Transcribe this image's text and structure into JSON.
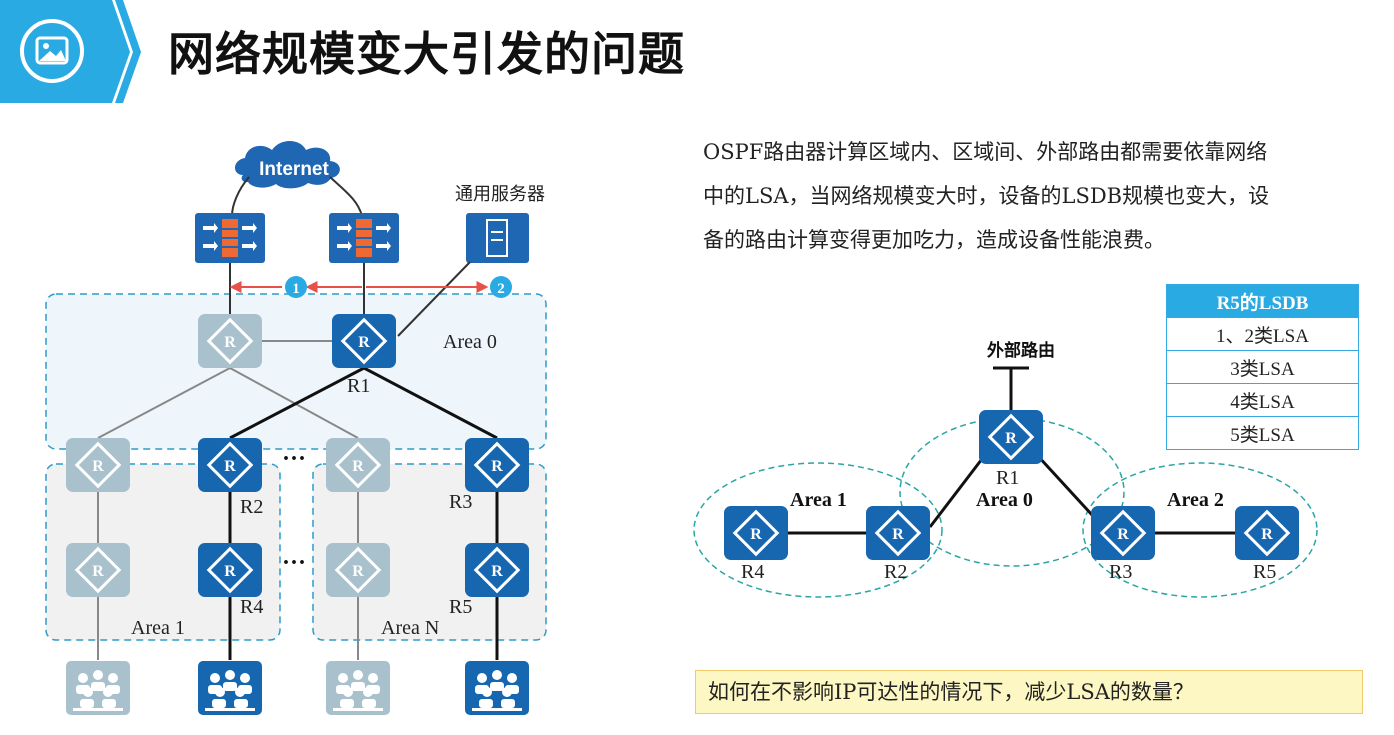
{
  "header": {
    "title": "网络规模变大引发的问题"
  },
  "left": {
    "internet": "Internet",
    "server": "通用服务器",
    "marker1": "1",
    "marker2": "2",
    "area0": "Area 0",
    "area1": "Area 1",
    "areaN": "Area N",
    "dots": "···",
    "routers": {
      "r1": "R1",
      "r2": "R2",
      "r3": "R3",
      "r4": "R4",
      "r5": "R5"
    },
    "router_glyph": "R"
  },
  "paragraph": [
    "OSPF路由器计算区域内、区域间、外部路由都需要依靠网络",
    "中的LSA，当网络规模变大时，设备的LSDB规模也变大，设",
    "备的路由计算变得更加吃力，造成设备性能浪费。"
  ],
  "lsdb": {
    "title": "R5的LSDB",
    "rows": [
      "1、2类LSA",
      "3类LSA",
      "4类LSA",
      "5类LSA"
    ]
  },
  "right": {
    "external": "外部路由",
    "area0": "Area 0",
    "area1": "Area 1",
    "area2": "Area 2",
    "routers": {
      "r1": "R1",
      "r2": "R2",
      "r3": "R3",
      "r4": "R4",
      "r5": "R5"
    }
  },
  "question": "如何在不影响IP可达性的情况下，减少LSA的数量？",
  "colors": {
    "brand": "#29aae2",
    "router_active": "#1666b0",
    "router_faded": "#a8c1cc",
    "area_border": "#2e9cc9",
    "firewall_bg": "#1f66b3",
    "arrow": "#e8504a"
  }
}
